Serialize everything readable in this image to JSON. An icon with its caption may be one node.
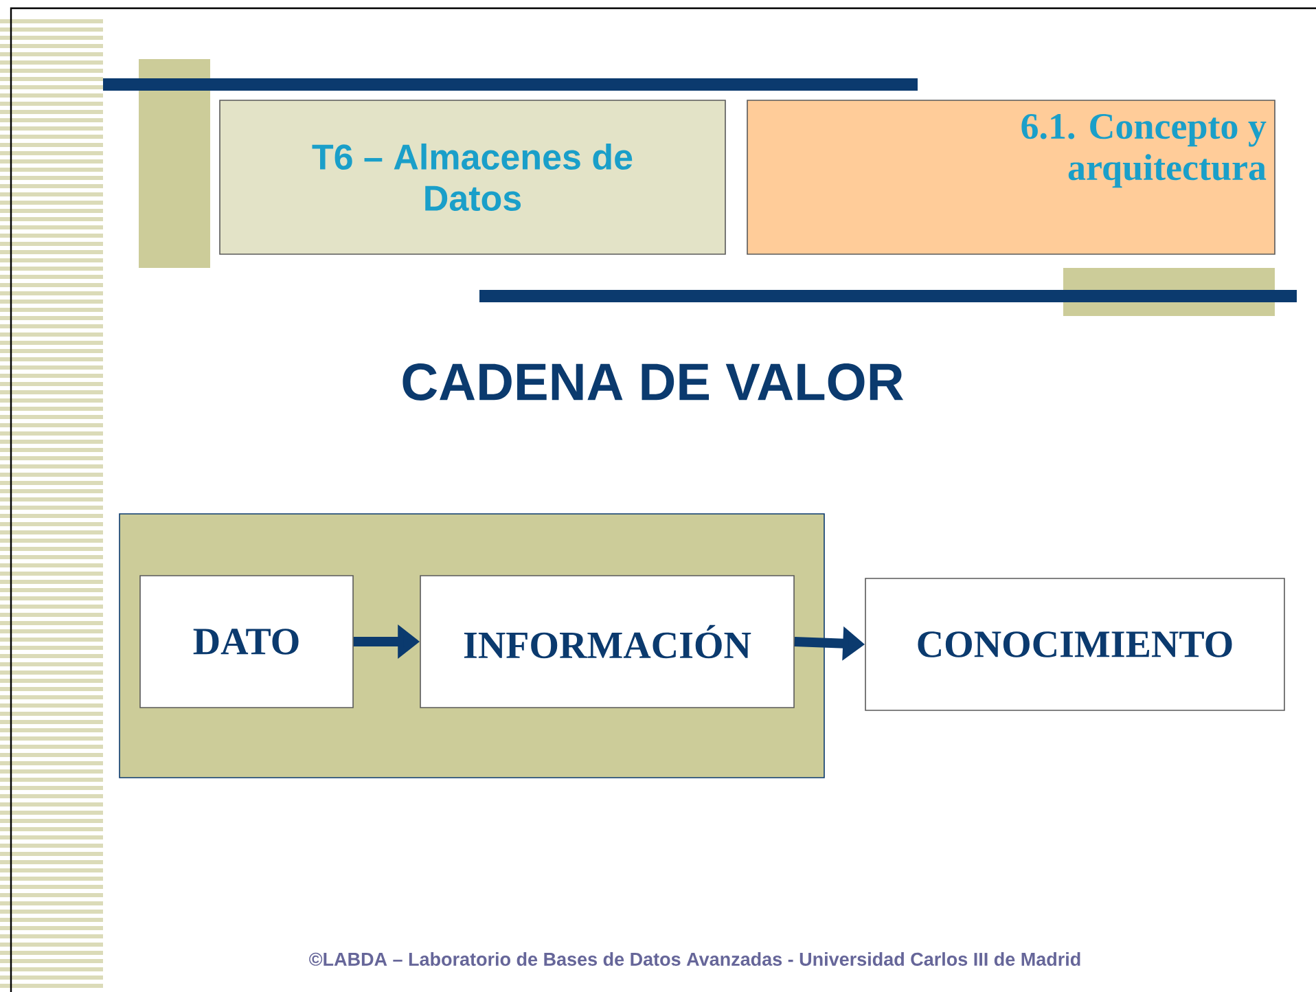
{
  "diagram": {
    "title": "CADENA DE VALOR",
    "nodes": [
      {
        "text": [
          "T6 – Almacenes de Datos"
        ]
      },
      {
        "text": [
          "6.1. Concepto y arquitectura"
        ]
      },
      {
        "text": [],
        "shape": "box"
      },
      {
        "text": [
          "DATO"
        ],
        "in": 2
      },
      {
        "text": [
          "INFORMACIÓN"
        ],
        "in": 2
      },
      {
        "text": [
          "CONOCIMIENTO"
        ]
      }
    ],
    "edges": [
      {
        "from": 3,
        "to": 4,
        "arrow": "to"
      },
      {
        "from": 4,
        "to": 5,
        "arrow": "to"
      }
    ],
    "labels": [
      "©LABDA – Laboratorio de Bases de Datos Avanzadas - Universidad Carlos III de Madrid"
    ]
  }
}
